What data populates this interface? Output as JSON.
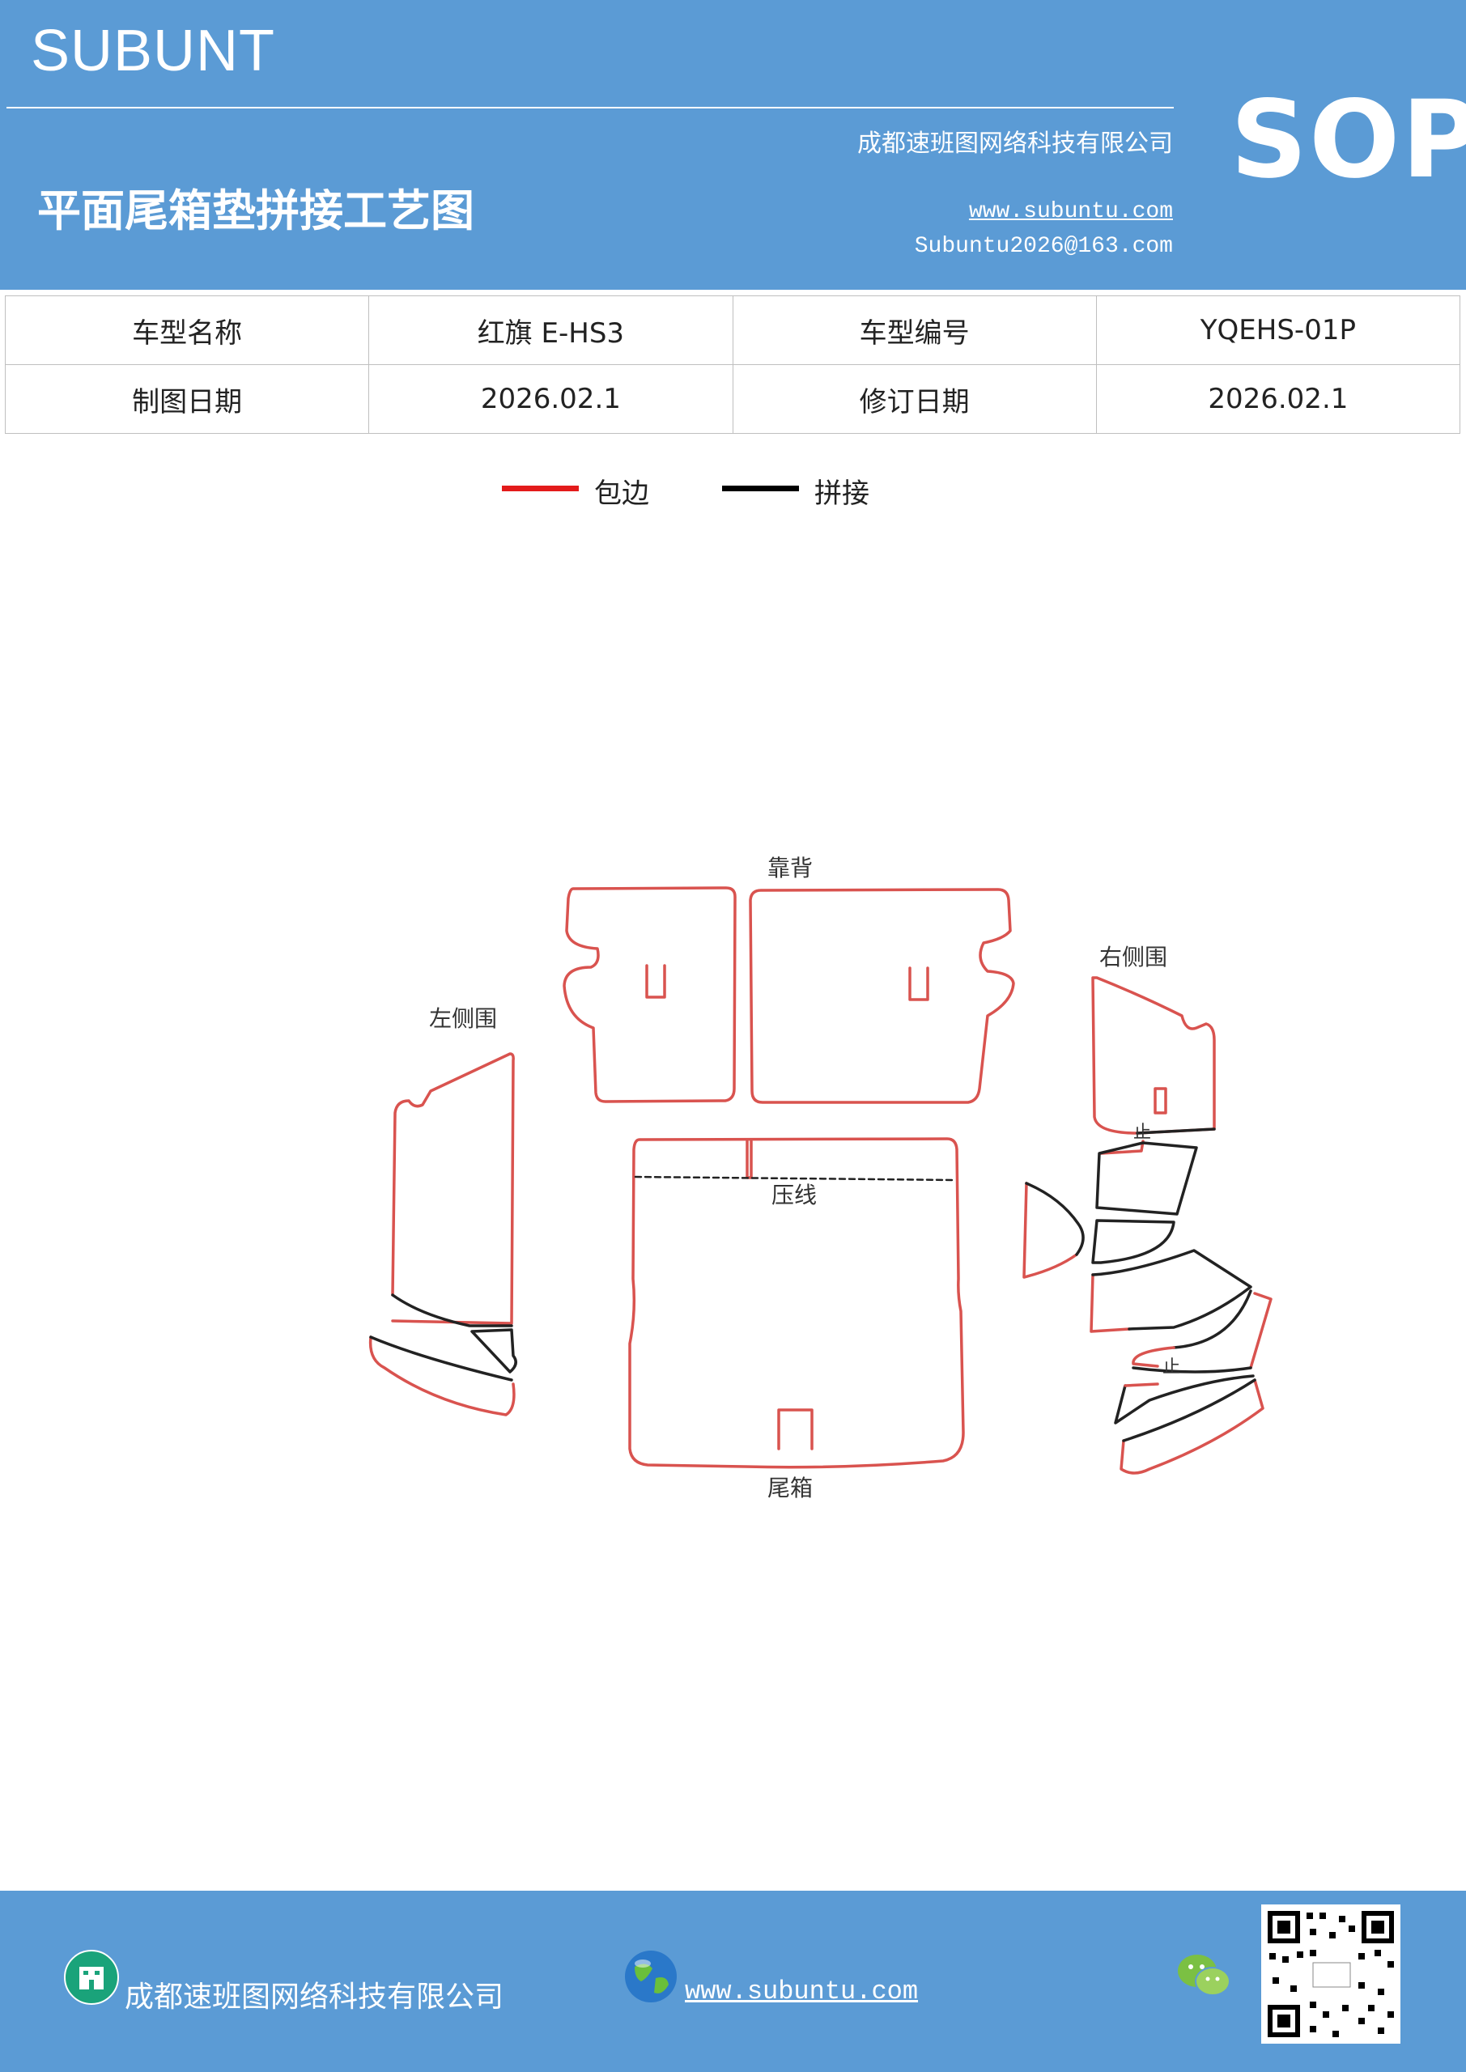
{
  "header": {
    "brand": "SUBUNT",
    "company": "成都速班图网络科技有限公司",
    "title": "平面尾箱垫拼接工艺图",
    "url": "www.subuntu.com",
    "email": "Subuntu2026@163.com",
    "badge": "SOP"
  },
  "info_table": [
    [
      "车型名称",
      "红旗 E-HS3",
      "车型编号",
      "YQEHS-01P"
    ],
    [
      "制图日期",
      "2026.02.1",
      "修订日期",
      "2026.02.1"
    ]
  ],
  "legend": [
    {
      "label": "包边",
      "color": "#e31b1b"
    },
    {
      "label": "拼接",
      "color": "#000000"
    }
  ],
  "diagram": {
    "label_backrest": "靠背",
    "label_left_side": "左侧围",
    "label_right_side": "右侧围",
    "label_press_line": "压线",
    "label_trunk": "尾箱",
    "label_stop_1": "止",
    "label_stop_2": "止",
    "colors": {
      "edge": "#d9534f",
      "seam": "#222222"
    }
  },
  "footer": {
    "company": "成都速班图网络科技有限公司",
    "url": "www.subuntu.com",
    "icons": [
      "building-icon",
      "globe-icon",
      "wechat-icon",
      "qr-code"
    ]
  }
}
